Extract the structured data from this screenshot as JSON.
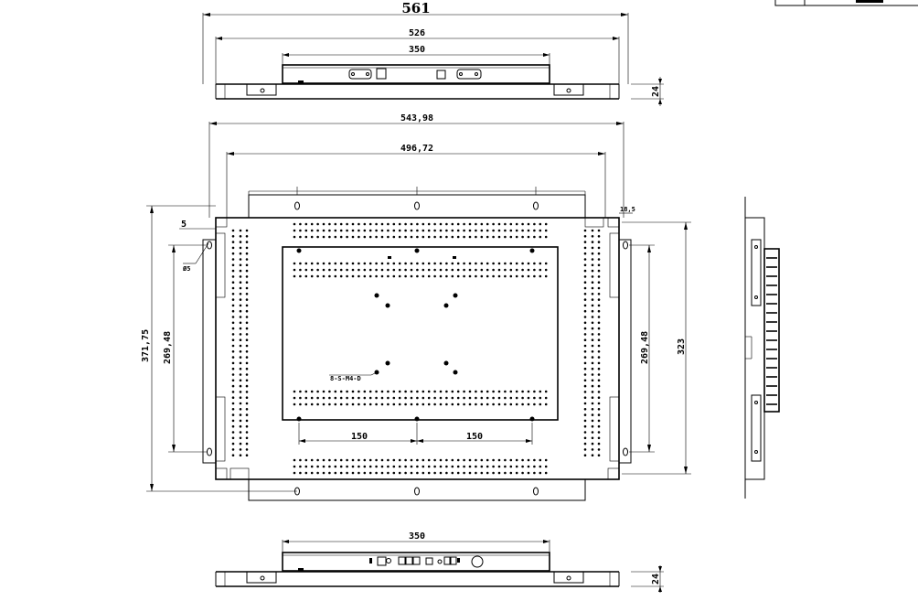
{
  "dimensions": {
    "top_overall_width": "561",
    "top_frame_width": "526",
    "top_pcb_width": "350",
    "top_depth": "24",
    "front_outer_width": "543,98",
    "front_hole_spacing": "496,72",
    "front_overall_height": "371,75",
    "left_hole_spacing": "269,48",
    "right_hole_spacing": "269,48",
    "right_height": "323",
    "edge_offset": "5",
    "edge_right": "18,5",
    "hole_diameter": "Ø5",
    "vesa_h_left": "150",
    "vesa_h_right": "150",
    "screw_callout": "8-S-M4-D",
    "bottom_pcb_width": "350",
    "bottom_depth": "24"
  },
  "title_block": {
    "cell_left": "",
    "cell_right": ""
  },
  "colors": {
    "line": "#000000",
    "background": "#ffffff"
  }
}
